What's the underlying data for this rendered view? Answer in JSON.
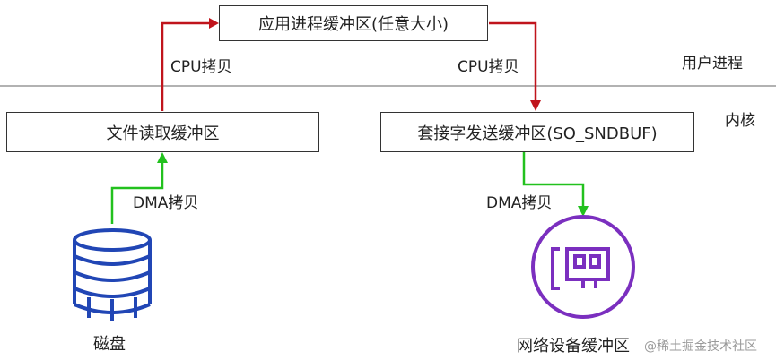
{
  "regions": {
    "user_space": "用户进程",
    "kernel": "内核"
  },
  "boxes": {
    "app_buffer": "应用进程缓冲区(任意大小)",
    "file_read_buffer": "文件读取缓冲区",
    "socket_send_buffer": "套接字发送缓冲区(SO_SNDBUF)"
  },
  "copy_labels": {
    "cpu_copy_left": "CPU拷贝",
    "cpu_copy_right": "CPU拷贝",
    "dma_copy_left": "DMA拷贝",
    "dma_copy_right": "DMA拷贝"
  },
  "devices": {
    "disk": "磁盘",
    "nic_buffer": "网络设备缓冲区"
  },
  "watermark": "@稀土掘金技术社区",
  "colors": {
    "cpu_arrow": "#c0141c",
    "dma_arrow": "#22c11e",
    "disk_icon": "#2146b5",
    "nic_icon": "#7b2fbf"
  }
}
